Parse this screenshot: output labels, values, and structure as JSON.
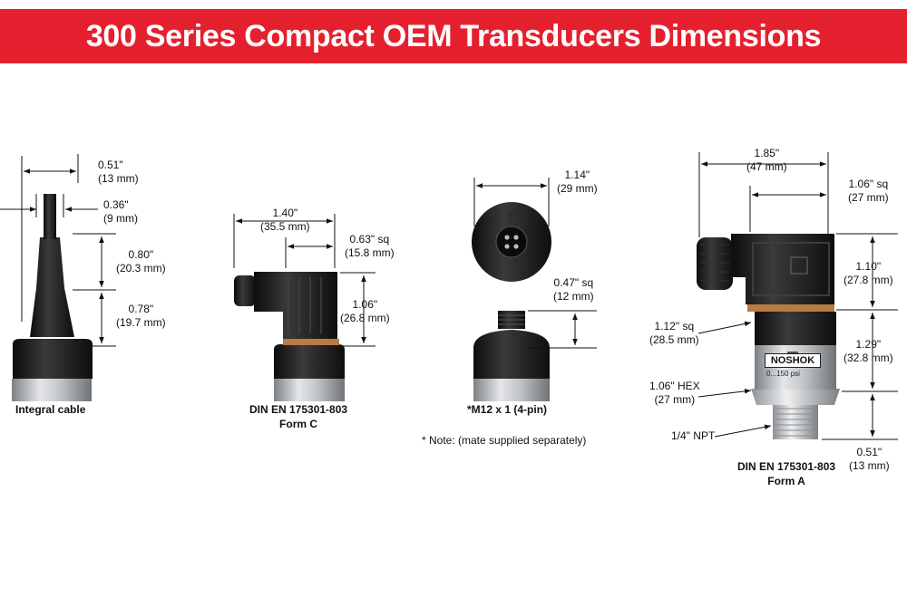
{
  "title": "300 Series Compact OEM Transducers Dimensions",
  "brand_logo_text": "NOSHOK",
  "colors": {
    "banner": "#e5202e",
    "body_black": "#1b1b1b",
    "steel": "#b9bcbf",
    "orange_ring": "#b97a43"
  },
  "integral": {
    "caption": "Integral cable",
    "dim_width": [
      "0.51\"",
      "(13 mm)"
    ],
    "dim_cable": [
      "0.36\"",
      "(9 mm)"
    ],
    "dim_upper": [
      "0.80\"",
      "(20.3 mm)"
    ],
    "dim_lower": [
      "0.78\"",
      "(19.7 mm)"
    ]
  },
  "formc": {
    "caption_line1": "DIN EN 175301-803",
    "caption_line2": "Form C",
    "dim_length": [
      "1.40\"",
      "(35.5 mm)"
    ],
    "dim_sq": [
      "0.63\" sq",
      "(15.8 mm)"
    ],
    "dim_height": [
      "1.06\"",
      "(26.8 mm)"
    ]
  },
  "m12": {
    "caption": "*M12 x 1 (4-pin)",
    "note": "* Note: (mate supplied separately)",
    "dim_diameter": [
      "1.14\"",
      "(29 mm)"
    ],
    "dim_sq": [
      "0.47\" sq",
      "(12 mm)"
    ]
  },
  "forma": {
    "caption_line1": "DIN EN 175301-803",
    "caption_line2": "Form A",
    "dim_length": [
      "1.85\"",
      "(47 mm)"
    ],
    "dim_sq_top": [
      "1.06\" sq",
      "(27 mm)"
    ],
    "dim_connector": [
      "1.10\"",
      "(27.8 mm)"
    ],
    "dim_body": [
      "1.29\"",
      "(32.8 mm)"
    ],
    "dim_thread": [
      "0.51\"",
      "(13 mm)"
    ],
    "dim_sq_side": [
      "1.12\" sq",
      "(28.5 mm)"
    ],
    "dim_hex": [
      "1.06\" HEX",
      "(27 mm)"
    ],
    "dim_npt": "1/4\" NPT",
    "body_print": "0...150 psi"
  }
}
